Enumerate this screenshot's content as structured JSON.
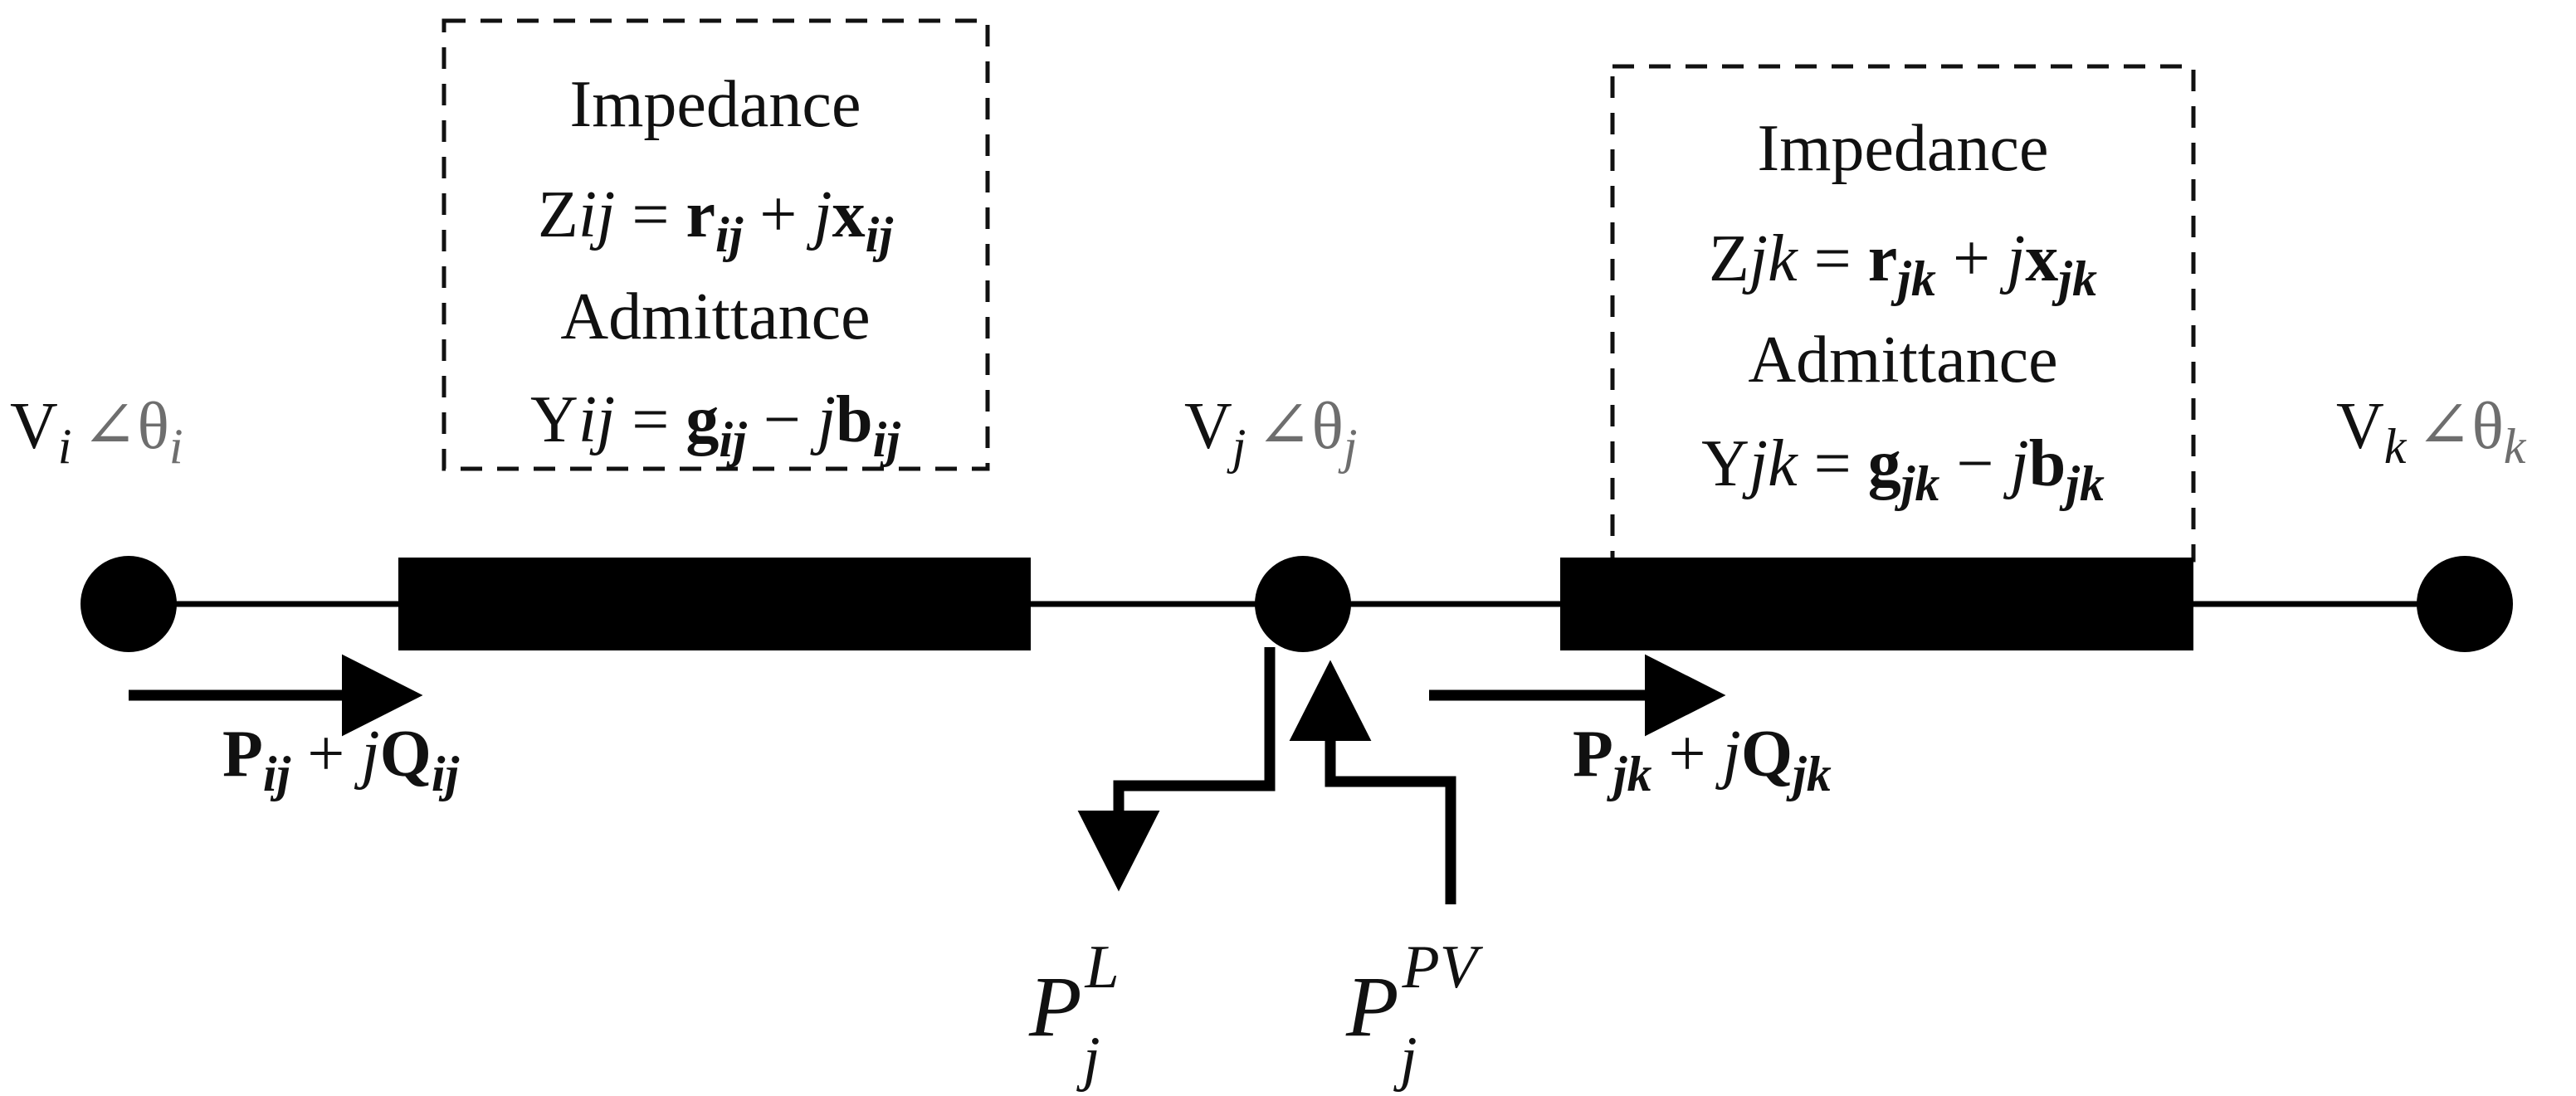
{
  "lines": [
    {
      "from_bus": "i",
      "to_bus": "j",
      "impedance_label": "Impedance",
      "impedance_prefix": "Z",
      "impedance_sub": "ij",
      "impedance_eq": " = ",
      "r": "r",
      "r_sub": "ij",
      "plus": " + ",
      "j": "j",
      "x": "x",
      "x_sub": "ij",
      "admittance_label": "Admittance",
      "admittance_prefix": "Y",
      "admittance_sub": "ij",
      "admittance_eq": " = ",
      "g": "g",
      "g_sub": "ij",
      "minus": " − ",
      "b": "b",
      "b_sub": "ij",
      "flow_P": "P",
      "flow_P_sub": "ij",
      "flow_plus": " + ",
      "flow_j": "j",
      "flow_Q": "Q",
      "flow_Q_sub": "ij"
    },
    {
      "from_bus": "j",
      "to_bus": "k",
      "impedance_label": "Impedance",
      "impedance_prefix": "Z",
      "impedance_sub": "jk",
      "impedance_eq": " = ",
      "r": "r",
      "r_sub": "jk",
      "plus": " + ",
      "j": "j",
      "x": "x",
      "x_sub": "jk",
      "admittance_label": "Admittance",
      "admittance_prefix": "Y",
      "admittance_sub": "jk",
      "admittance_eq": " = ",
      "g": "g",
      "g_sub": "jk",
      "minus": " − ",
      "b": "b",
      "b_sub": "jk",
      "flow_P": "P",
      "flow_P_sub": "jk",
      "flow_plus": " + ",
      "flow_j": "j",
      "flow_Q": "Q",
      "flow_Q_sub": "jk"
    }
  ],
  "buses": [
    {
      "V": "V",
      "sub": "i",
      "angle": "∠θ",
      "angle_sub": "i"
    },
    {
      "V": "V",
      "sub": "j",
      "angle": "∠θ",
      "angle_sub": "j"
    },
    {
      "V": "V",
      "sub": "k",
      "angle": "∠θ",
      "angle_sub": "k"
    }
  ],
  "load": {
    "symbol": "P",
    "sub": "j",
    "sup": "L"
  },
  "pv": {
    "symbol": "P",
    "sub": "j",
    "sup": "PV"
  }
}
